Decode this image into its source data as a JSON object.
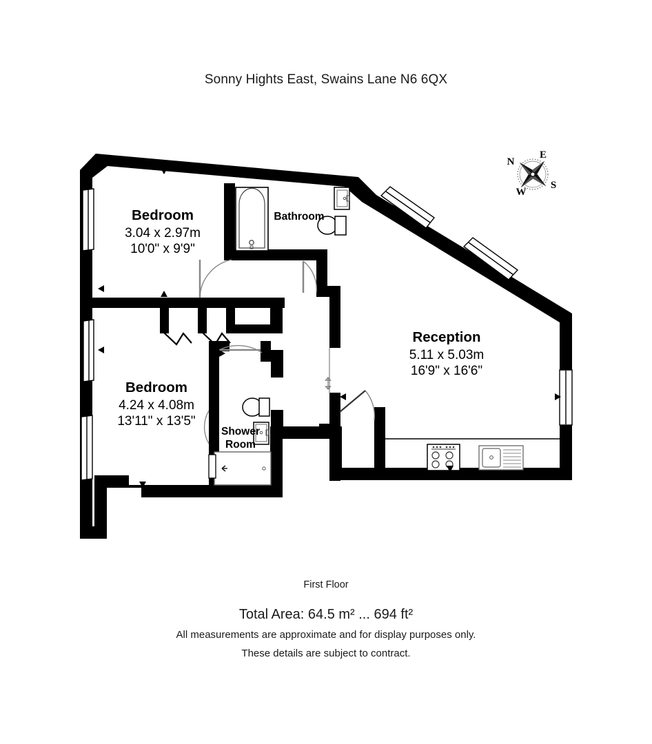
{
  "title": "Sonny Hights East, Swains Lane N6 6QX",
  "footer": {
    "floor_label": "First Floor",
    "total_area": "Total Area: 64.5 m² ... 694 ft²",
    "disclaimer_line1": "All measurements are approximate and for display purposes only.",
    "disclaimer_line2": "These details are subject to contract."
  },
  "compass": {
    "north": "N",
    "east": "E",
    "south": "S",
    "west": "W"
  },
  "rooms": [
    {
      "id": "bedroom-1",
      "name": "Bedroom",
      "metric": "3.04 x 2.97m",
      "imperial": "10'0\" x 9'9\""
    },
    {
      "id": "bedroom-2",
      "name": "Bedroom",
      "metric": "4.24 x 4.08m",
      "imperial": "13'11\" x 13'5\""
    },
    {
      "id": "reception",
      "name": "Reception",
      "metric": "5.11 x 5.03m",
      "imperial": "16'9\" x 16'6\""
    },
    {
      "id": "bathroom",
      "name": "Bathroom",
      "metric": "",
      "imperial": ""
    },
    {
      "id": "shower-room",
      "name_line1": "Shower",
      "name_line2": "Room",
      "name": "Shower Room",
      "metric": "",
      "imperial": ""
    }
  ],
  "colors": {
    "wall": "#000000",
    "background": "#ffffff",
    "fixture_outline": "#555555",
    "text": "#1a1a1a"
  },
  "fixtures": [
    "bath-tub",
    "bathroom-toilet",
    "bathroom-sink",
    "shower-toilet",
    "shower-sink",
    "shower-tray",
    "kitchen-hob",
    "kitchen-sink"
  ]
}
